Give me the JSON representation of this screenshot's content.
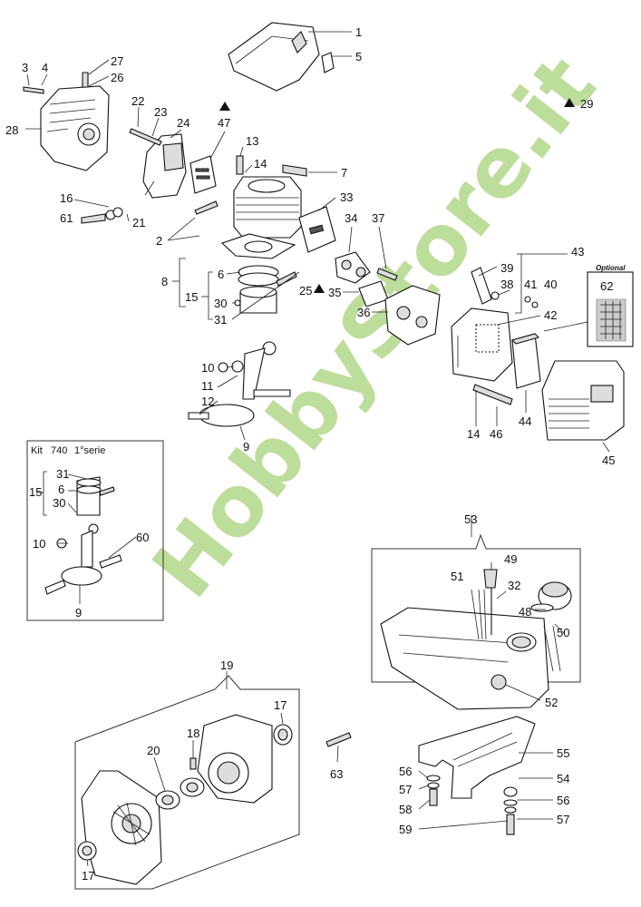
{
  "watermark": "HobbyStore.it",
  "kit": {
    "title_kit": "Kit",
    "title_num": "740",
    "title_serie": "1°serie"
  },
  "optional_label": "Optional",
  "callouts": {
    "c1": "1",
    "c3": "3",
    "c4": "4",
    "c5": "5",
    "c27": "27",
    "c26": "26",
    "c28": "28",
    "c22": "22",
    "c23": "23",
    "c24": "24",
    "c47": "47",
    "c29": "29",
    "c13": "13",
    "c14a": "14",
    "c7": "7",
    "c16": "16",
    "c61": "61",
    "c21": "21",
    "c2": "2",
    "c33": "33",
    "c34": "34",
    "c37": "37",
    "c43": "43",
    "c8": "8",
    "c6": "6",
    "c15": "15",
    "c30": "30",
    "c31": "31",
    "c25": "25",
    "c35": "35",
    "c36": "36",
    "c39": "39",
    "c38": "38",
    "c41": "41",
    "c40": "40",
    "c62": "62",
    "c42": "42",
    "c10": "10",
    "c11": "11",
    "c12": "12",
    "c9": "9",
    "c14b": "14",
    "c46": "46",
    "c44": "44",
    "c45": "45",
    "k31": "31",
    "k6": "6",
    "k15": "15",
    "k30": "30",
    "k10": "10",
    "k60": "60",
    "k9": "9",
    "c53": "53",
    "c49": "49",
    "c51": "51",
    "c32": "32",
    "c48": "48",
    "c50": "50",
    "c52": "52",
    "c19": "19",
    "c17a": "17",
    "c18": "18",
    "c20": "20",
    "c17b": "17",
    "c63": "63",
    "c55": "55",
    "c54": "54",
    "c56a": "56",
    "c57a": "57",
    "c58": "58",
    "c56b": "56",
    "c57b": "57",
    "c59": "59"
  }
}
